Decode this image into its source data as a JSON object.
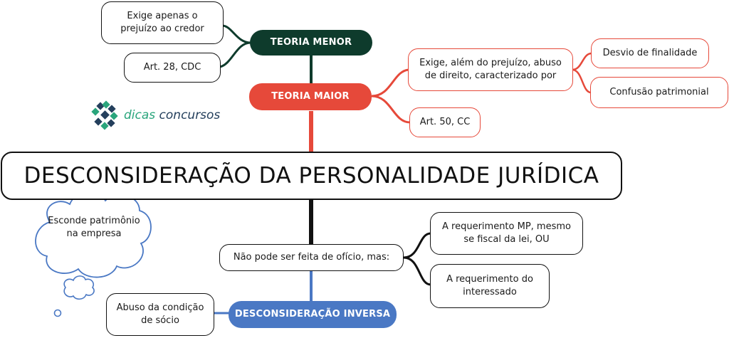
{
  "central": "DESCONSIDERAÇÃO DA PERSONALIDADE JURÍDICA",
  "teoria_menor": {
    "label": "TEORIA MENOR",
    "children": [
      "Exige apenas o prejuízo ao credor",
      "Art. 28, CDC"
    ]
  },
  "teoria_maior": {
    "label": "TEORIA MAIOR",
    "requirement": "Exige, além do prejuízo, abuso de direito, caracterizado por",
    "article": "Art. 50, CC",
    "criteria": [
      "Desvio de finalidade",
      "Confusão patrimonial"
    ]
  },
  "procedure": {
    "label": "Não pode ser feita de ofício, mas:",
    "options": [
      "A requerimento MP, mesmo se fiscal da lei, OU",
      "A requerimento do interessado"
    ]
  },
  "inversa": {
    "label": "DESCONSIDERAÇÃO INVERSA",
    "child": "Abuso da condição de sócio",
    "cloud": "Esconde patrimônio na empresa"
  },
  "logo": {
    "part1": "dicas",
    "part2": "concursos"
  },
  "colors": {
    "dark_green": "#0e3b2c",
    "red": "#e6493a",
    "blue": "#4a78c4",
    "black": "#111111"
  }
}
